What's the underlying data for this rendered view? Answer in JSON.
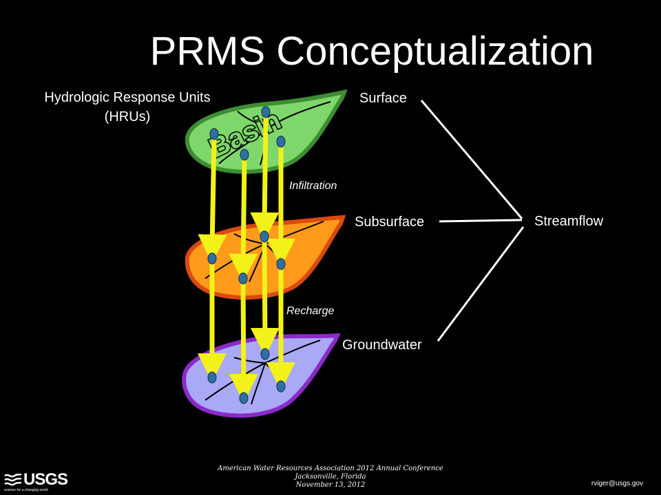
{
  "title": "PRMS Conceptualization",
  "hru_label": {
    "line1": "Hydrologic Response Units",
    "line2": "(HRUs)"
  },
  "basin_label": "Basin",
  "layers": {
    "surface": "Surface",
    "subsurface": "Subsurface",
    "groundwater": "Groundwater"
  },
  "output": "Streamflow",
  "flows": {
    "infiltration": "Infiltration",
    "recharge": "Recharge"
  },
  "footer": {
    "line1": "American Water Resources Association 2012 Annual Conference",
    "line2": "Jacksonville, Florida",
    "line3": "November 13, 2012"
  },
  "email": "rviger@usgs.gov",
  "logo": {
    "text": "USGS",
    "tagline": "science for a changing world"
  },
  "colors": {
    "surface_fill": "#7fd66b",
    "surface_edge": "#3e8e32",
    "subsurface_fill": "#ff9a1a",
    "subsurface_edge": "#d94a10",
    "groundwater_fill": "#a9a9f5",
    "groundwater_edge": "#8a2bc9",
    "arrow": "#f2f21a",
    "hru_dot": "#2f6ea0"
  }
}
